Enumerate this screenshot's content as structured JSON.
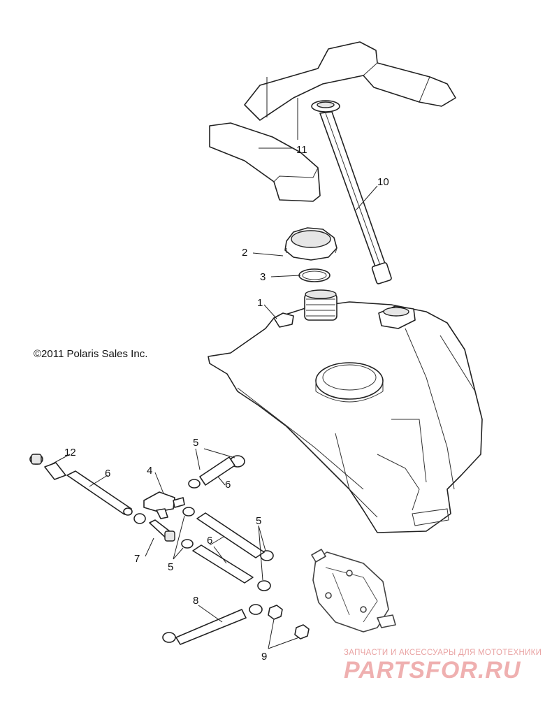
{
  "copyright": "©2011  Polaris Sales Inc.",
  "watermark": {
    "tagline": "ЗАПЧАСТИ И АКСЕССУАРЫ ДЛЯ МОТОТЕХНИКИ",
    "brand": "PARTSFOR.RU"
  },
  "callouts": {
    "c1": "1",
    "c2": "2",
    "c3": "3",
    "c4": "4",
    "c5a": "5",
    "c5b": "5",
    "c5c": "5",
    "c6a": "6",
    "c6b": "6",
    "c6c": "6",
    "c7": "7",
    "c8": "8",
    "c9": "9",
    "c10": "10",
    "c11": "11",
    "c12": "12"
  }
}
